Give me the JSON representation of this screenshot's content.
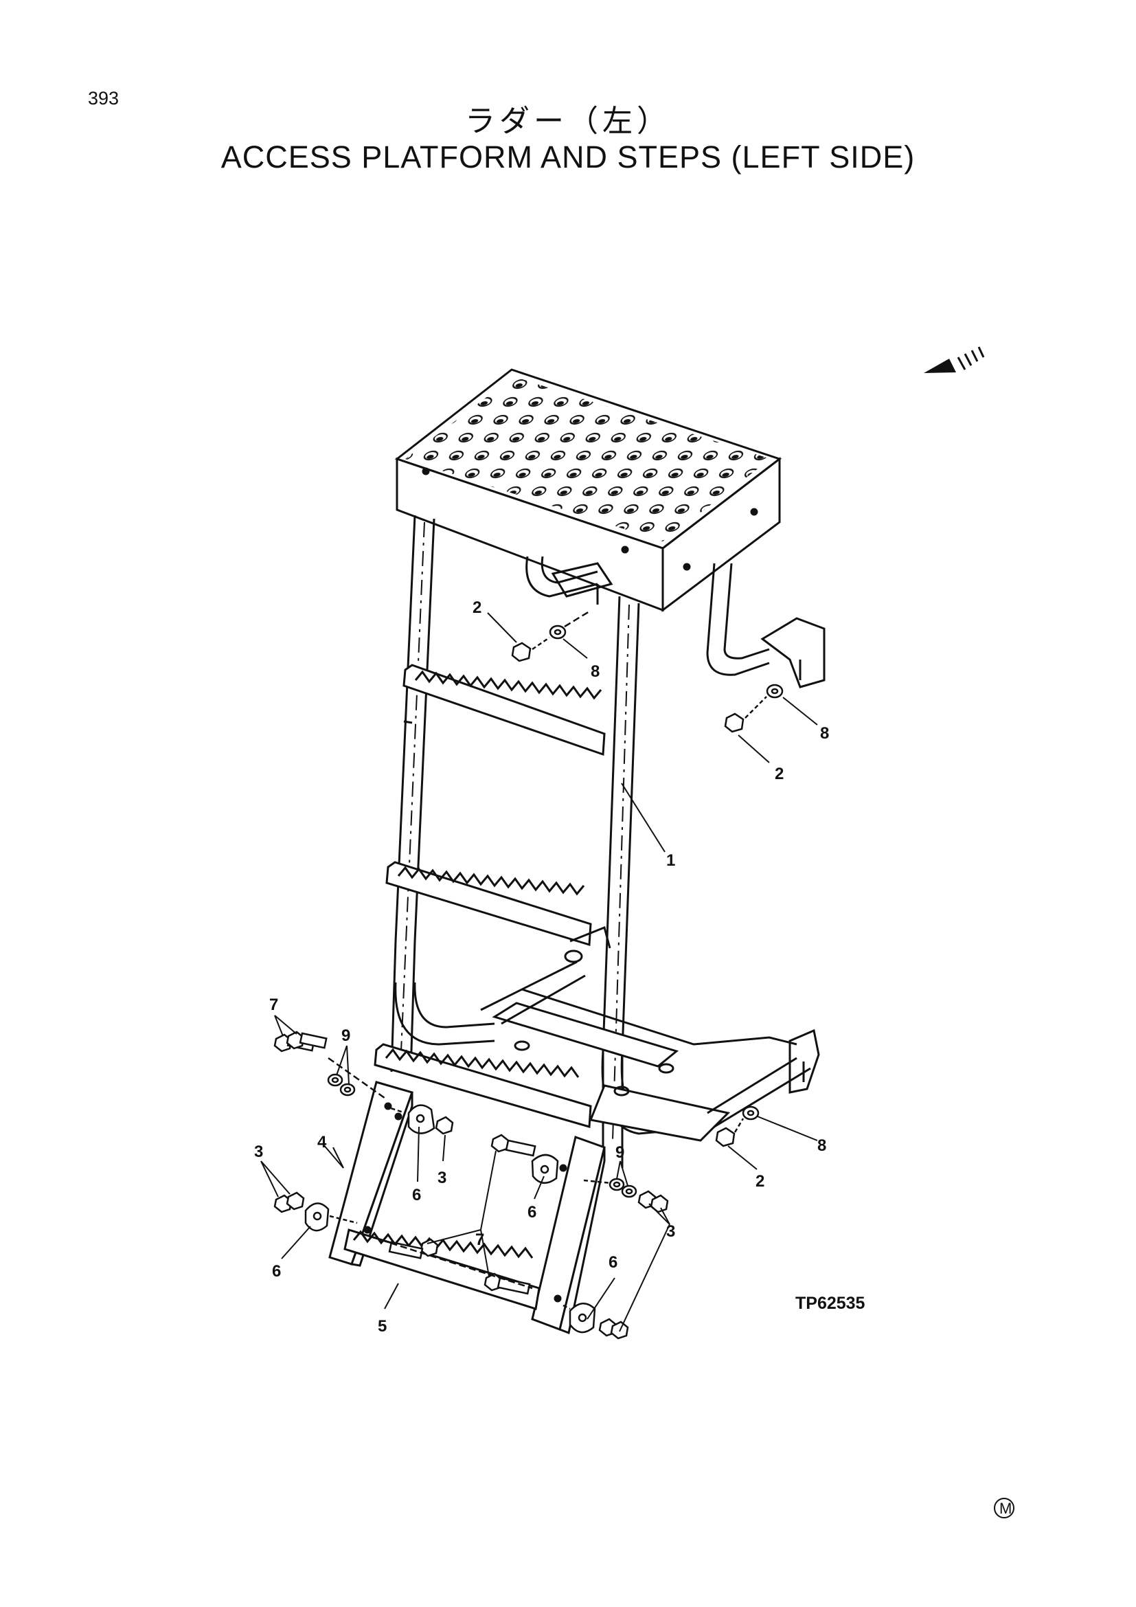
{
  "page_number": "393",
  "title_japanese": "ラダー（左）",
  "title_english": "ACCESS PLATFORM AND STEPS (LEFT SIDE)",
  "drawing_number": "TP62535",
  "corner_mark": "M",
  "callouts": [
    "1",
    "2",
    "2",
    "2",
    "3",
    "3",
    "3",
    "4",
    "5",
    "6",
    "6",
    "6",
    "6",
    "7",
    "7",
    "8",
    "8",
    "8",
    "9",
    "9"
  ],
  "colors": {
    "ink": "#111111",
    "paper": "#ffffff"
  }
}
